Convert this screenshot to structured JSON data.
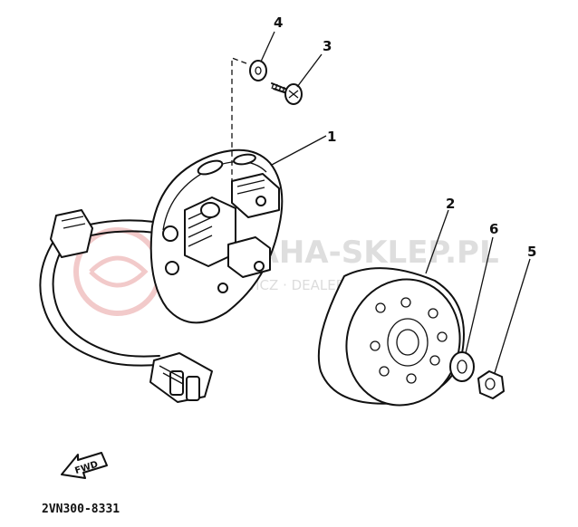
{
  "diagram": {
    "code": "2VN300-8331",
    "fwd_label": "FWD",
    "callouts": [
      {
        "id": "1",
        "label": "1"
      },
      {
        "id": "2",
        "label": "2"
      },
      {
        "id": "3",
        "label": "3"
      },
      {
        "id": "4",
        "label": "4"
      },
      {
        "id": "5",
        "label": "5"
      },
      {
        "id": "6",
        "label": "6"
      }
    ],
    "watermark": {
      "text": "YAMAHA-SKLEP.PL",
      "subtext": "WIECHOWICZ · DEALER YAMAHA"
    }
  }
}
